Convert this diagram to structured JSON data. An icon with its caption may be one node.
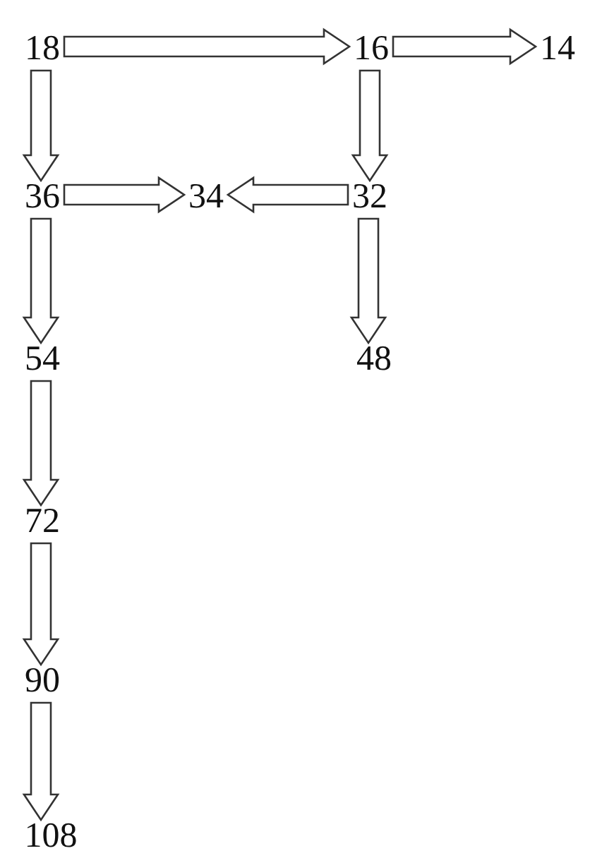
{
  "diagram": {
    "nodes": [
      {
        "text": [
          "18"
        ]
      },
      {
        "text": [
          "16"
        ]
      },
      {
        "text": [
          "14"
        ]
      },
      {
        "text": [
          "36"
        ]
      },
      {
        "text": [
          "34"
        ]
      },
      {
        "text": [
          "32"
        ]
      },
      {
        "text": [
          "54"
        ]
      },
      {
        "text": [
          "48"
        ]
      },
      {
        "text": [
          "72"
        ]
      },
      {
        "text": [
          "90"
        ]
      },
      {
        "text": [
          "108"
        ]
      }
    ],
    "edges": [
      {
        "from": 0,
        "to": 1,
        "arrow": "to"
      },
      {
        "from": 1,
        "to": 2,
        "arrow": "to"
      },
      {
        "from": 0,
        "to": 3,
        "arrow": "to"
      },
      {
        "from": 1,
        "to": 5,
        "arrow": "to"
      },
      {
        "from": 3,
        "to": 4,
        "arrow": "to"
      },
      {
        "from": 5,
        "to": 4,
        "arrow": "to"
      },
      {
        "from": 3,
        "to": 6,
        "arrow": "to"
      },
      {
        "from": 5,
        "to": 7,
        "arrow": "to"
      },
      {
        "from": 6,
        "to": 8,
        "arrow": "to"
      },
      {
        "from": 8,
        "to": 9,
        "arrow": "to"
      },
      {
        "from": 9,
        "to": 10,
        "arrow": "to"
      }
    ]
  }
}
